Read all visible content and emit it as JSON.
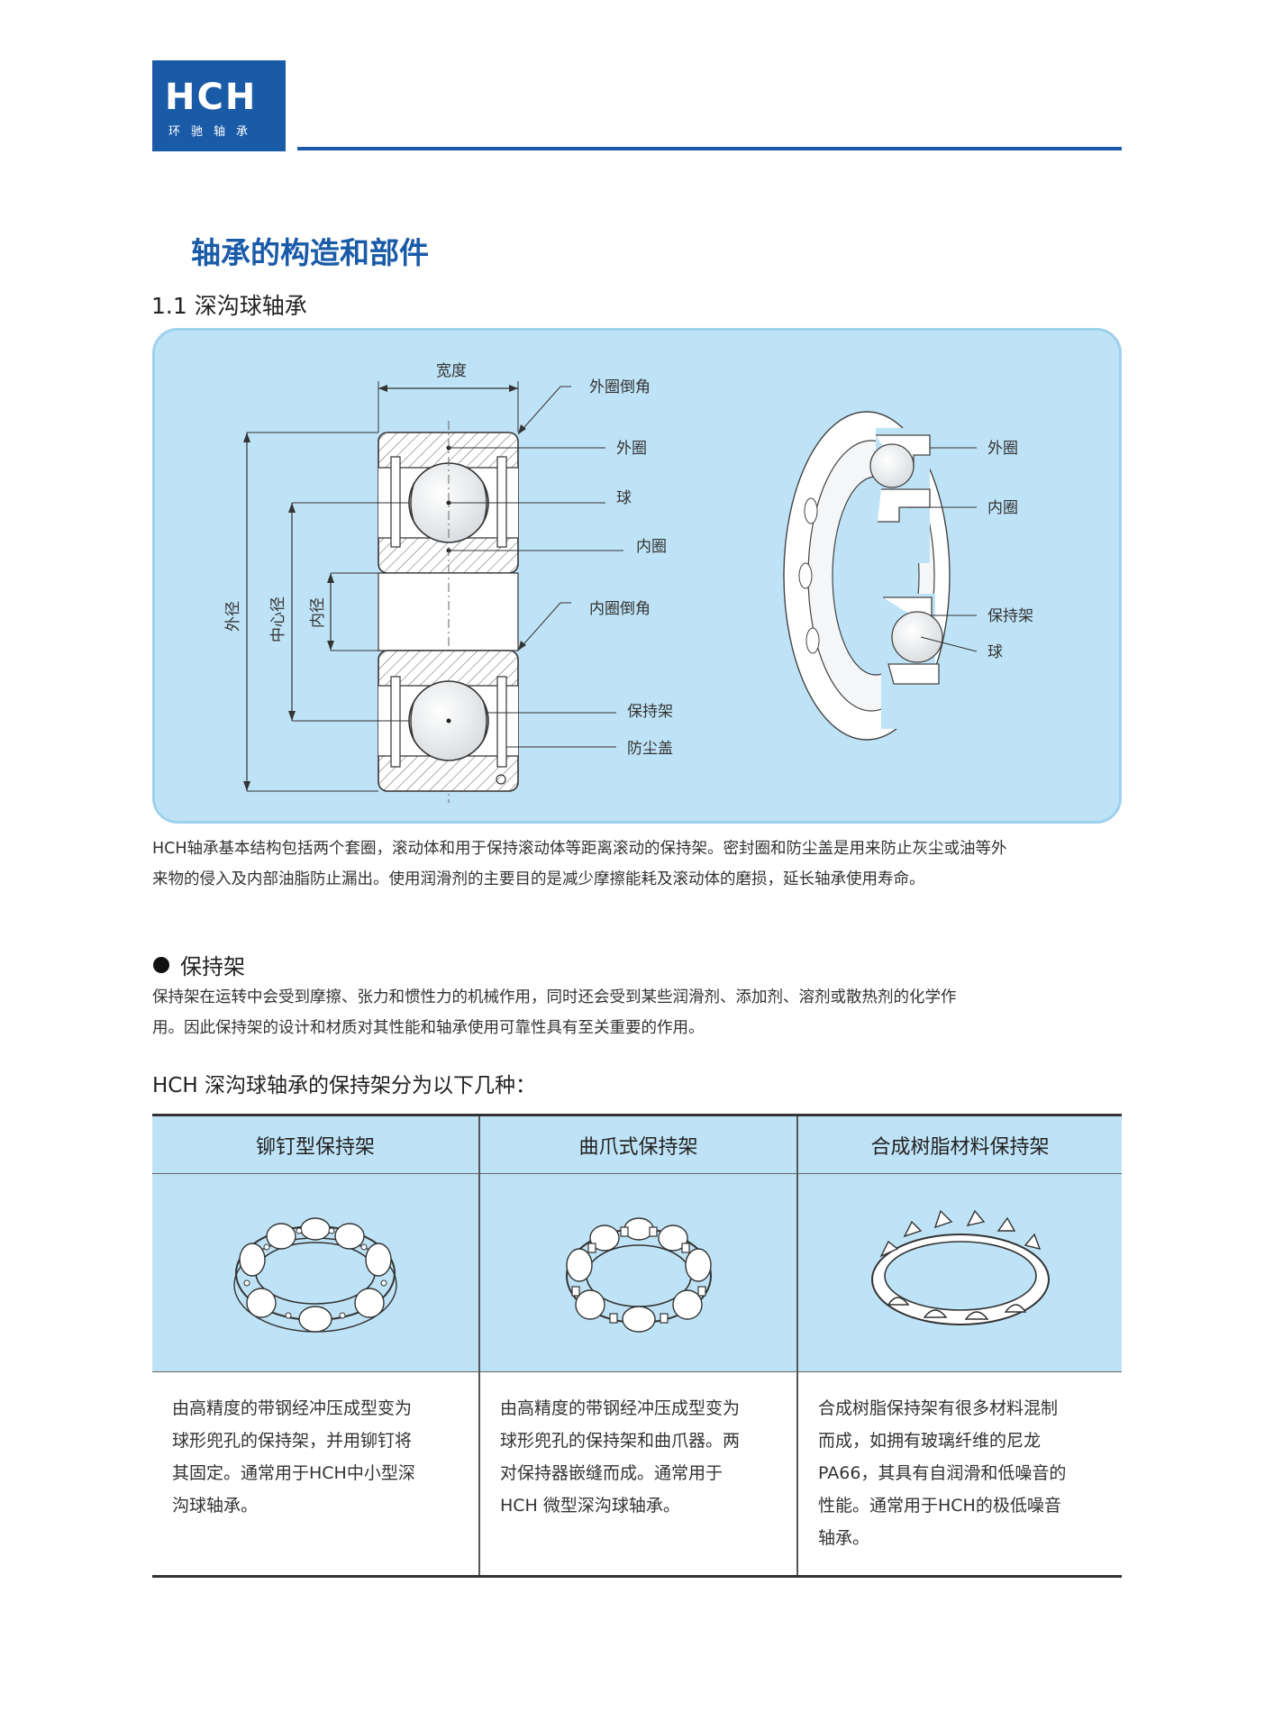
{
  "brand": {
    "logo_mark": "HCH",
    "logo_sub": "环驰轴承",
    "color": "#1a5ba8"
  },
  "page": {
    "title": "轴承的构造和部件",
    "subtitle": "1.1 深沟球轴承"
  },
  "diagram": {
    "labels": {
      "width": "宽度",
      "outer_chamfer": "外圈倒角",
      "outer_ring": "外圈",
      "ball": "球",
      "inner_ring": "内圈",
      "inner_chamfer": "内圈倒角",
      "cage": "保持架",
      "shield": "防尘盖",
      "outer_diameter": "外径",
      "pitch_diameter": "中心径",
      "bore": "内径",
      "r_outer_ring": "外圈",
      "r_inner_ring": "内圈",
      "r_cage": "保持架",
      "r_ball": "球"
    }
  },
  "intro": {
    "line1": "HCH轴承基本结构包括两个套圈，滚动体和用于保持滚动体等距离滚动的保持架。密封圈和防尘盖是用来防止灰尘或油等外",
    "line2": "来物的侵入及内部油脂防止漏出。使用润滑剂的主要目的是减少摩擦能耗及滚动体的磨损，延长轴承使用寿命。"
  },
  "cage_section": {
    "heading": "保持架",
    "line1": "保持架在运转中会受到摩擦、张力和惯性力的机械作用，同时还会受到某些润滑剂、添加剂、溶剂或散热剂的化学作",
    "line2": "用。因此保持架的设计和材质对其性能和轴承使用可靠性具有至关重要的作用。"
  },
  "types_heading": "HCH 深沟球轴承的保持架分为以下几种：",
  "cage_types": [
    {
      "name": "铆钉型保持架",
      "lines": [
        "由高精度的带钢经冲压成型变为",
        "球形兜孔的保持架，并用铆钉将",
        "其固定。通常用于HCH中小型深",
        "沟球轴承。"
      ]
    },
    {
      "name": "曲爪式保持架",
      "lines": [
        "由高精度的带钢经冲压成型变为",
        "球形兜孔的保持架和曲爪器。两",
        "对保持器嵌缝而成。通常用于",
        "HCH 微型深沟球轴承。"
      ]
    },
    {
      "name": "合成树脂材料保持架",
      "lines": [
        "合成树脂保持架有很多材料混制",
        "而成，如拥有玻璃纤维的尼龙",
        "PA66，其具有自润滑和低噪音的",
        "性能。通常用于HCH的极低噪音",
        "轴承。"
      ]
    }
  ]
}
